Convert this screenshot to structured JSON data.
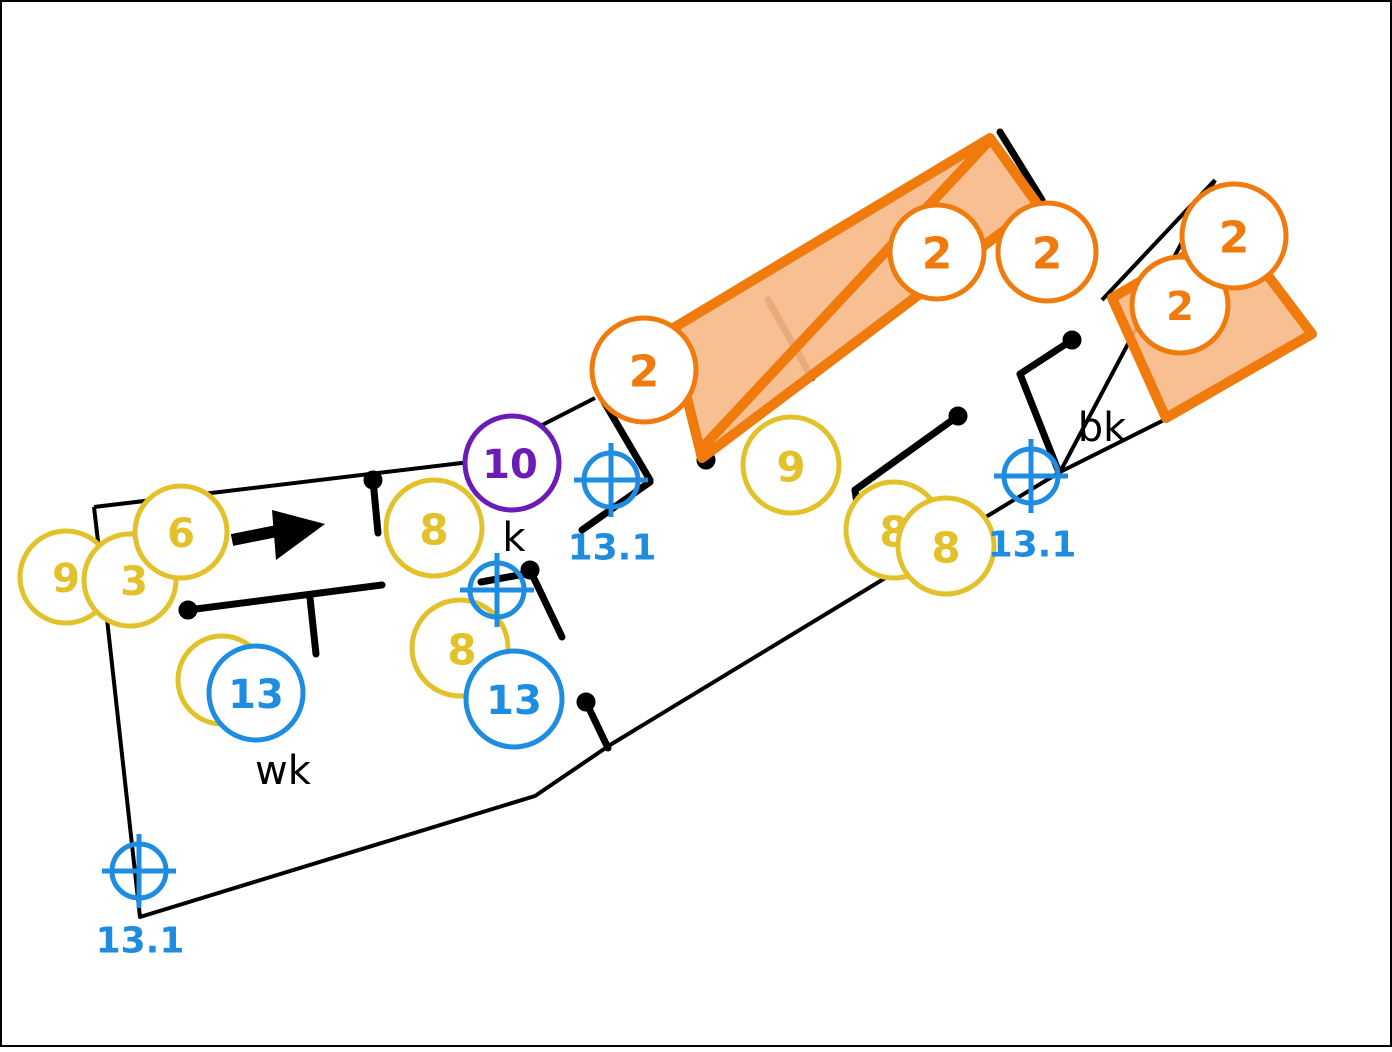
{
  "colors": {
    "wall": "#000000",
    "orange": "#f07a0c",
    "orange_fill": "#f7b886",
    "yellow": "#e3c12b",
    "blue": "#1e8ce0",
    "purple": "#6a1bb8",
    "background": "#ffffff",
    "frame": "#000000"
  },
  "room_labels": {
    "k": "k",
    "wk": "wk",
    "bk": "bk"
  },
  "orange_markers": {
    "a": "2",
    "b": "2",
    "c": "2",
    "d": "2",
    "e": "2"
  },
  "yellow_markers": {
    "nine_left": "9",
    "three": "3",
    "six": "6",
    "eight_center": "8",
    "eight_low": "8",
    "nine_mid": "9",
    "eight_right_a": "8",
    "eight_right_b": "8"
  },
  "blue_markers": {
    "thirteen_left": "13",
    "thirteen_center": "13"
  },
  "purple_markers": {
    "ten": "10"
  },
  "target_labels": {
    "t1": "13.1",
    "t2": "13.1",
    "t3": "13.1"
  },
  "icons": [
    "crosshair-icon",
    "arrow-right-icon",
    "door-opening-icon"
  ]
}
